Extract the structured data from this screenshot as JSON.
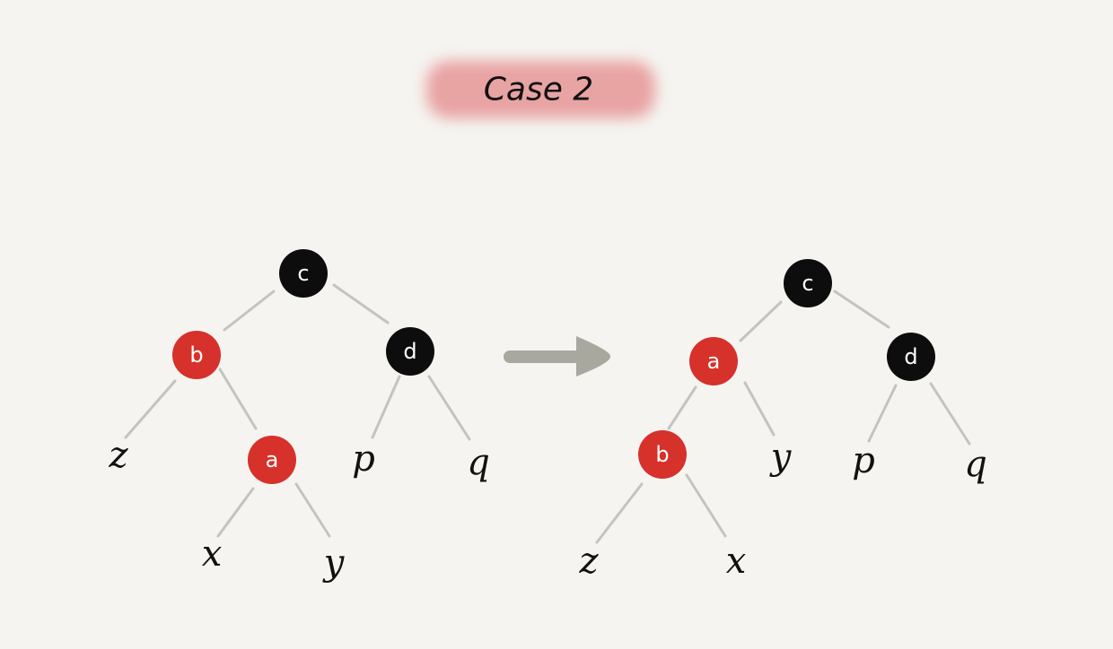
{
  "title": "Case 2",
  "colors": {
    "background": "#f5f4f0",
    "red_node": "#d6312b",
    "black_node": "#0d0d0d",
    "edge": "#c4c3bf",
    "arrow": "#a9a89f",
    "title_highlight": "#e8a0a0"
  },
  "left_tree": {
    "nodes": {
      "c": "c",
      "b": "b",
      "d": "d",
      "a": "a"
    },
    "leaves": {
      "z": "z",
      "p": "p",
      "q": "q",
      "x": "x",
      "y": "y"
    }
  },
  "right_tree": {
    "nodes": {
      "c": "c",
      "a": "a",
      "d": "d",
      "b": "b"
    },
    "leaves": {
      "y": "y",
      "p": "p",
      "q": "q",
      "z": "z",
      "x": "x"
    }
  },
  "arrow_icon": "right-arrow"
}
